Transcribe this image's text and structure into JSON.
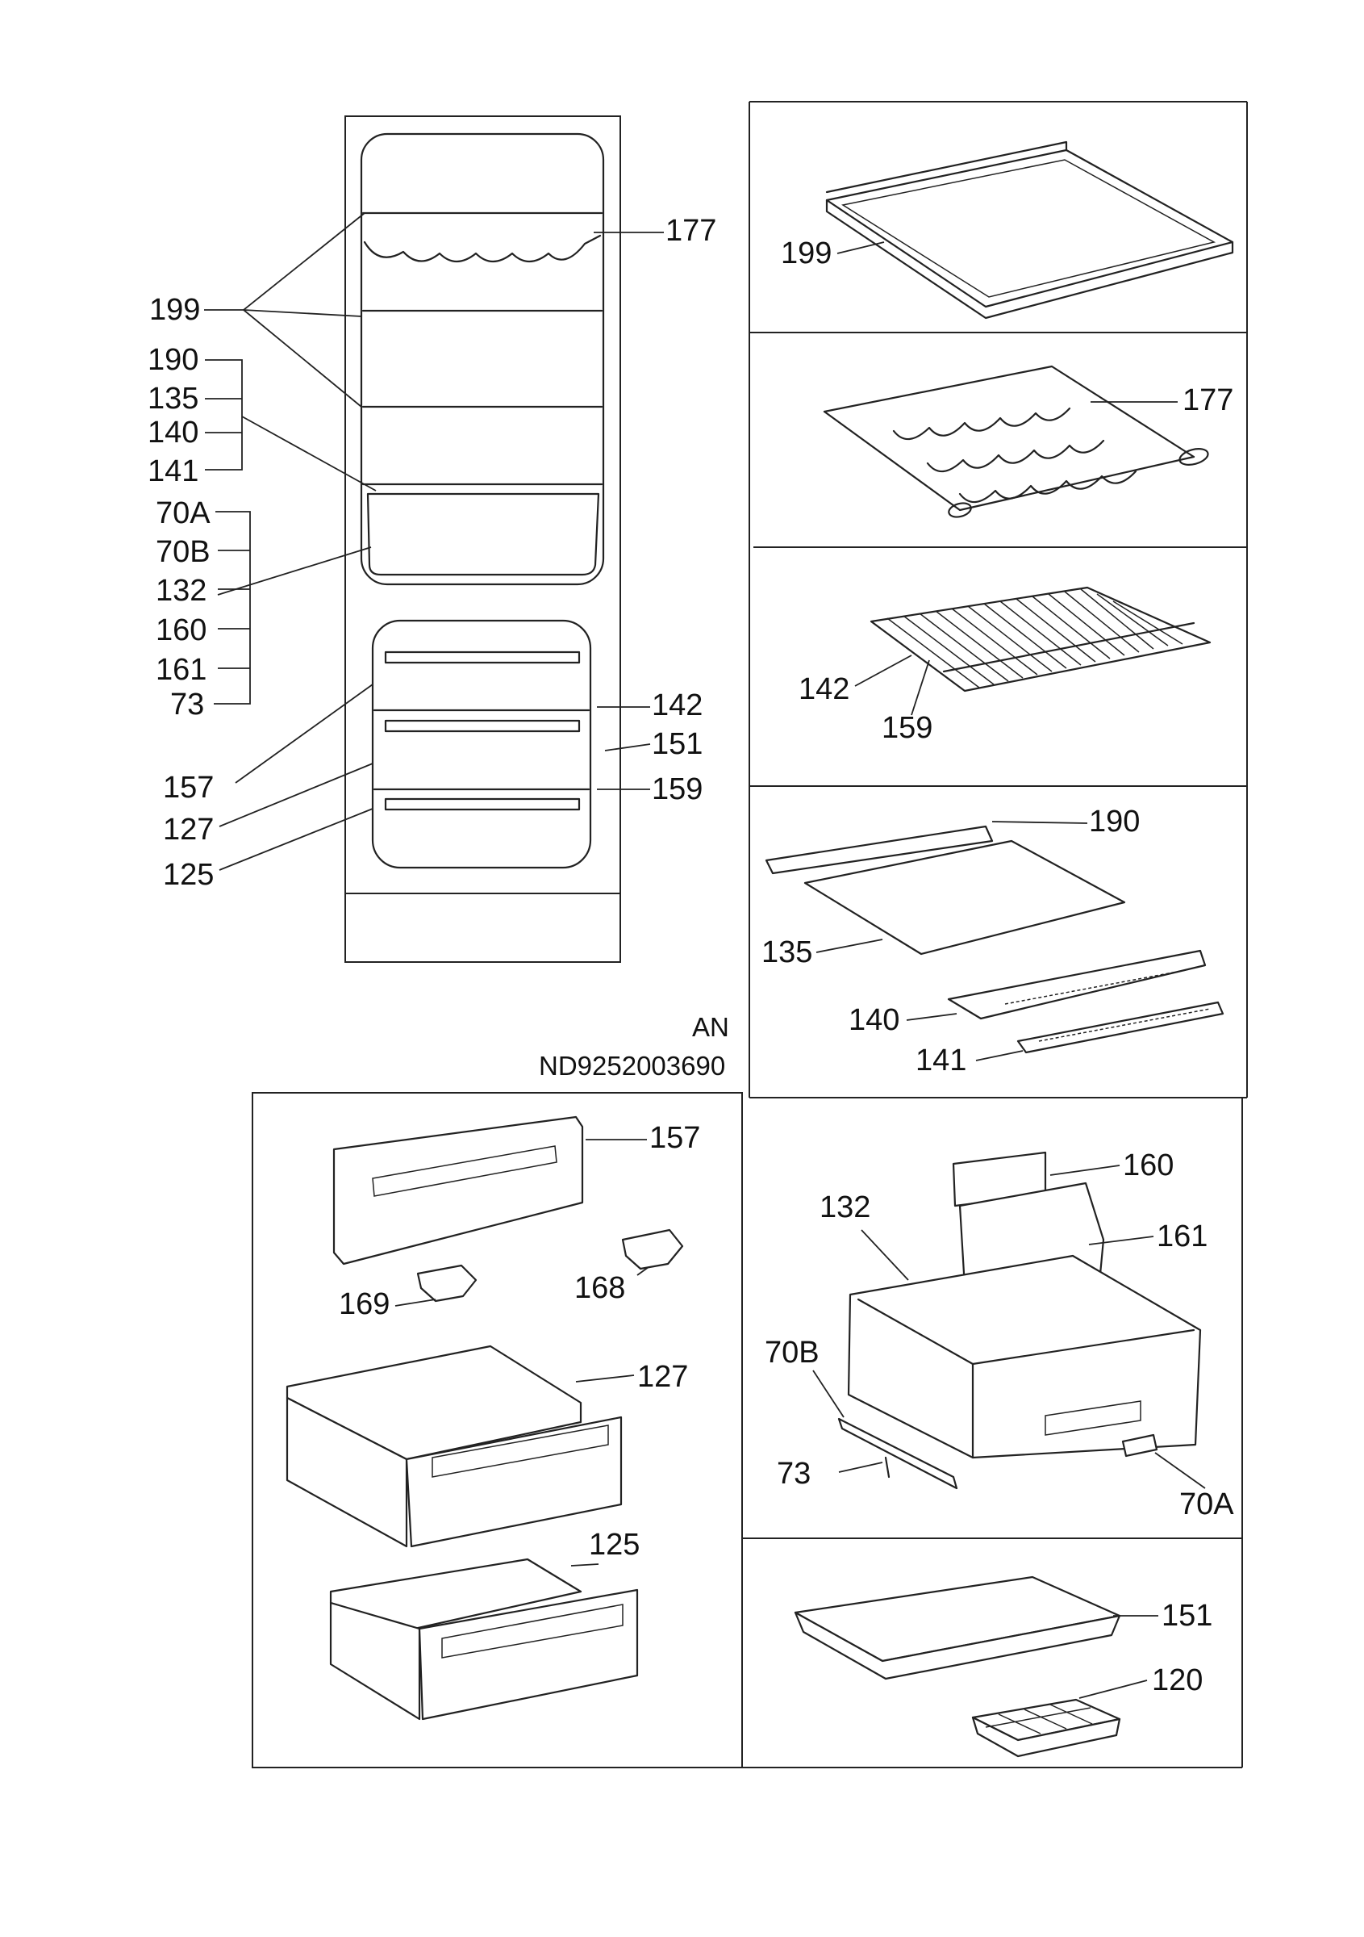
{
  "overview": {
    "callouts": {
      "c199": "199",
      "c177": "177",
      "c190": "190",
      "c135": "135",
      "c140": "140",
      "c141": "141",
      "c70a": "70A",
      "c70b": "70B",
      "c132": "132",
      "c160": "160",
      "c161": "161",
      "c73": "73",
      "c157": "157",
      "c127": "127",
      "c125": "125",
      "c142": "142",
      "c151": "151",
      "c159": "159"
    },
    "model_code": "AN",
    "diagram_number": "ND9252003690"
  },
  "panels": {
    "glass_shelf": {
      "c199": "199"
    },
    "bottle_rack": {
      "c177": "177"
    },
    "wire_shelf": {
      "c142": "142",
      "c159": "159"
    },
    "crisper_cover": {
      "c190": "190",
      "c135": "135",
      "c140": "140",
      "c141": "141"
    },
    "drawers": {
      "c157": "157",
      "c169": "169",
      "c168": "168",
      "c127": "127",
      "c125": "125"
    },
    "crisper_box": {
      "c132": "132",
      "c160": "160",
      "c161": "161",
      "c70b": "70B",
      "c73": "73",
      "c70a": "70A"
    },
    "trays": {
      "c151": "151",
      "c120": "120"
    }
  }
}
